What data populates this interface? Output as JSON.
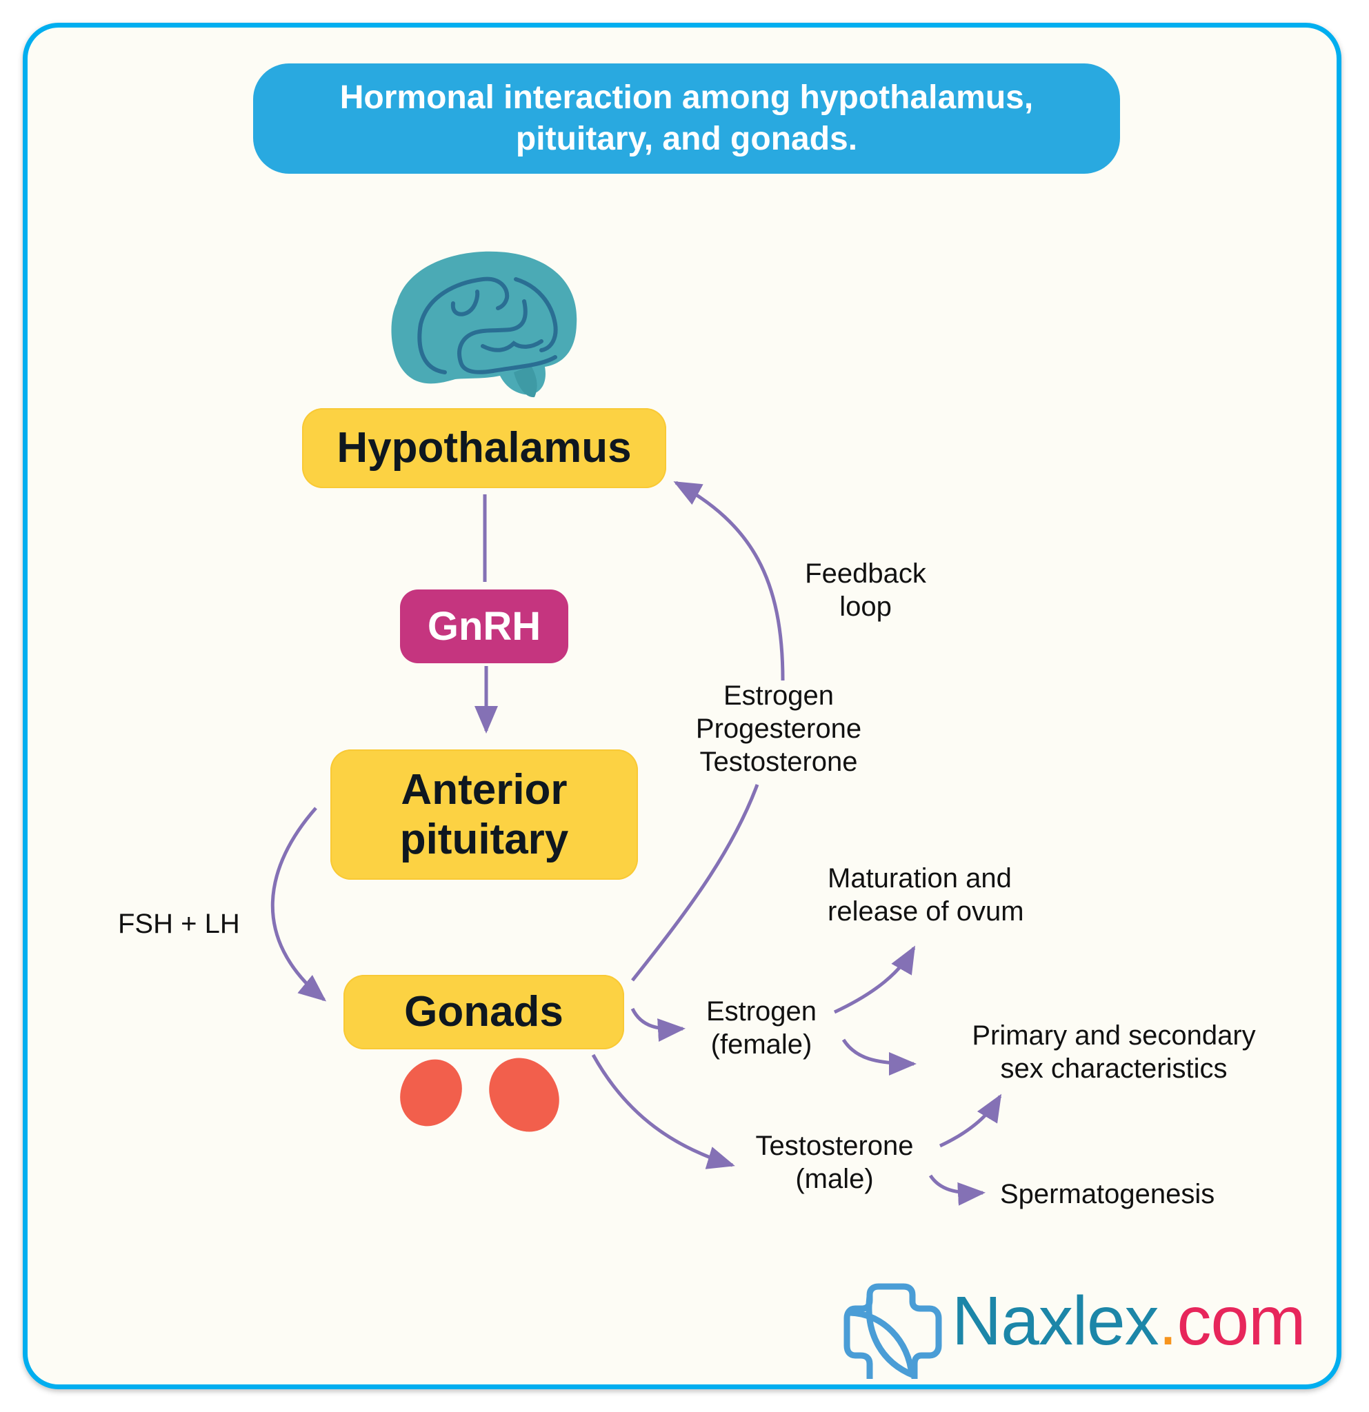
{
  "title": {
    "line1": "Hormonal interaction among hypothalamus,",
    "line2": "pituitary, and gonads."
  },
  "nodes": {
    "hypothalamus": "Hypothalamus",
    "gnrh": "GnRH",
    "anterior_pituitary": {
      "line1": "Anterior",
      "line2": "pituitary"
    },
    "gonads": "Gonads"
  },
  "labels": {
    "fsh_lh": "FSH + LH",
    "feedback": {
      "line1": "Feedback",
      "line2": "loop"
    },
    "feedback_hormones": [
      "Estrogen",
      "Progesterone",
      "Testosterone"
    ],
    "estrogen_female": {
      "line1": "Estrogen",
      "line2": "(female)"
    },
    "testosterone_male": {
      "line1": "Testosterone",
      "line2": "(male)"
    },
    "maturation": {
      "line1": "Maturation and",
      "line2": "release of ovum"
    },
    "sex_characteristics": {
      "line1": "Primary and secondary",
      "line2": "sex characteristics"
    },
    "spermatogenesis": "Spermatogenesis"
  },
  "icons": {
    "brain": "brain-icon",
    "gonads": "gonads-icon",
    "logo": "naxlex-logo-icon"
  },
  "logo": {
    "brand": "Naxlex",
    "dot": ".",
    "tld": "com"
  },
  "colors": {
    "frame": "#00AEEF",
    "title_bg": "#29A9E0",
    "node_bg": "#FCD243",
    "gnrh_bg": "#C5357F",
    "arrow": "#8471B5",
    "brain": "#4BAAB5",
    "gonad": "#F25F4C"
  }
}
